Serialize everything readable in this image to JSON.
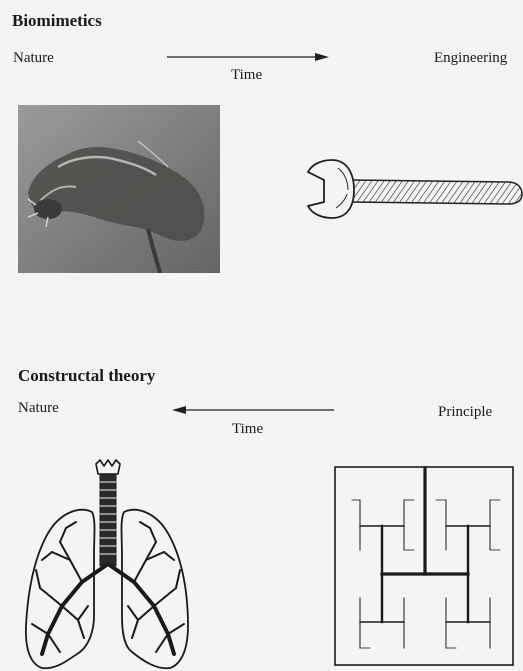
{
  "biomimetics": {
    "heading": "Biomimetics",
    "left_label": "Nature",
    "right_label": "Engineering",
    "arrow_label": "Time",
    "left_figure_icon": "gecko-photo",
    "right_figure_icon": "wrench-icon"
  },
  "constructal": {
    "heading": "Constructal theory",
    "left_label": "Nature",
    "right_label": "Principle",
    "arrow_label": "Time",
    "left_figure_icon": "lungs-icon",
    "right_figure_icon": "branching-tree-diagram"
  }
}
